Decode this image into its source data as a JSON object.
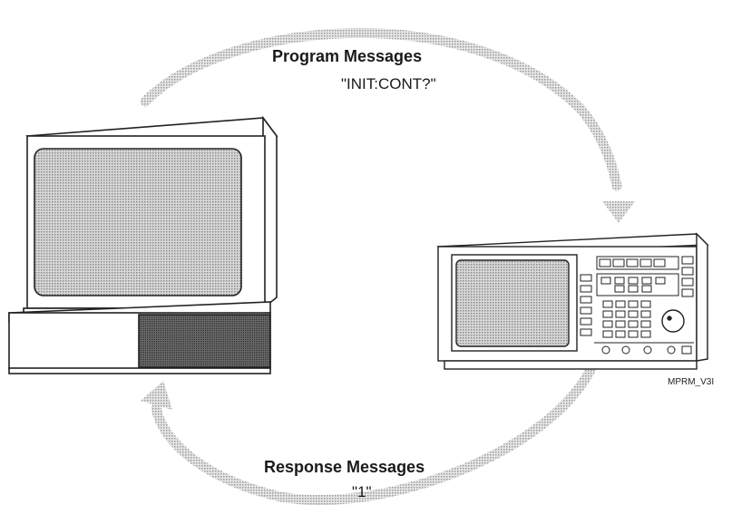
{
  "program": {
    "title": "Program Messages",
    "example": "\"INIT:CONT?\""
  },
  "response": {
    "title": "Response Messages",
    "example": "\"1\""
  },
  "figure_tag": "MPRM_V3I",
  "icons": [
    "computer-icon",
    "instrument-icon",
    "arrow-program-icon",
    "arrow-response-icon"
  ],
  "colors": {
    "arrow": "#c4c4c4",
    "screen": "#c8c8c8",
    "line": "#222222"
  }
}
